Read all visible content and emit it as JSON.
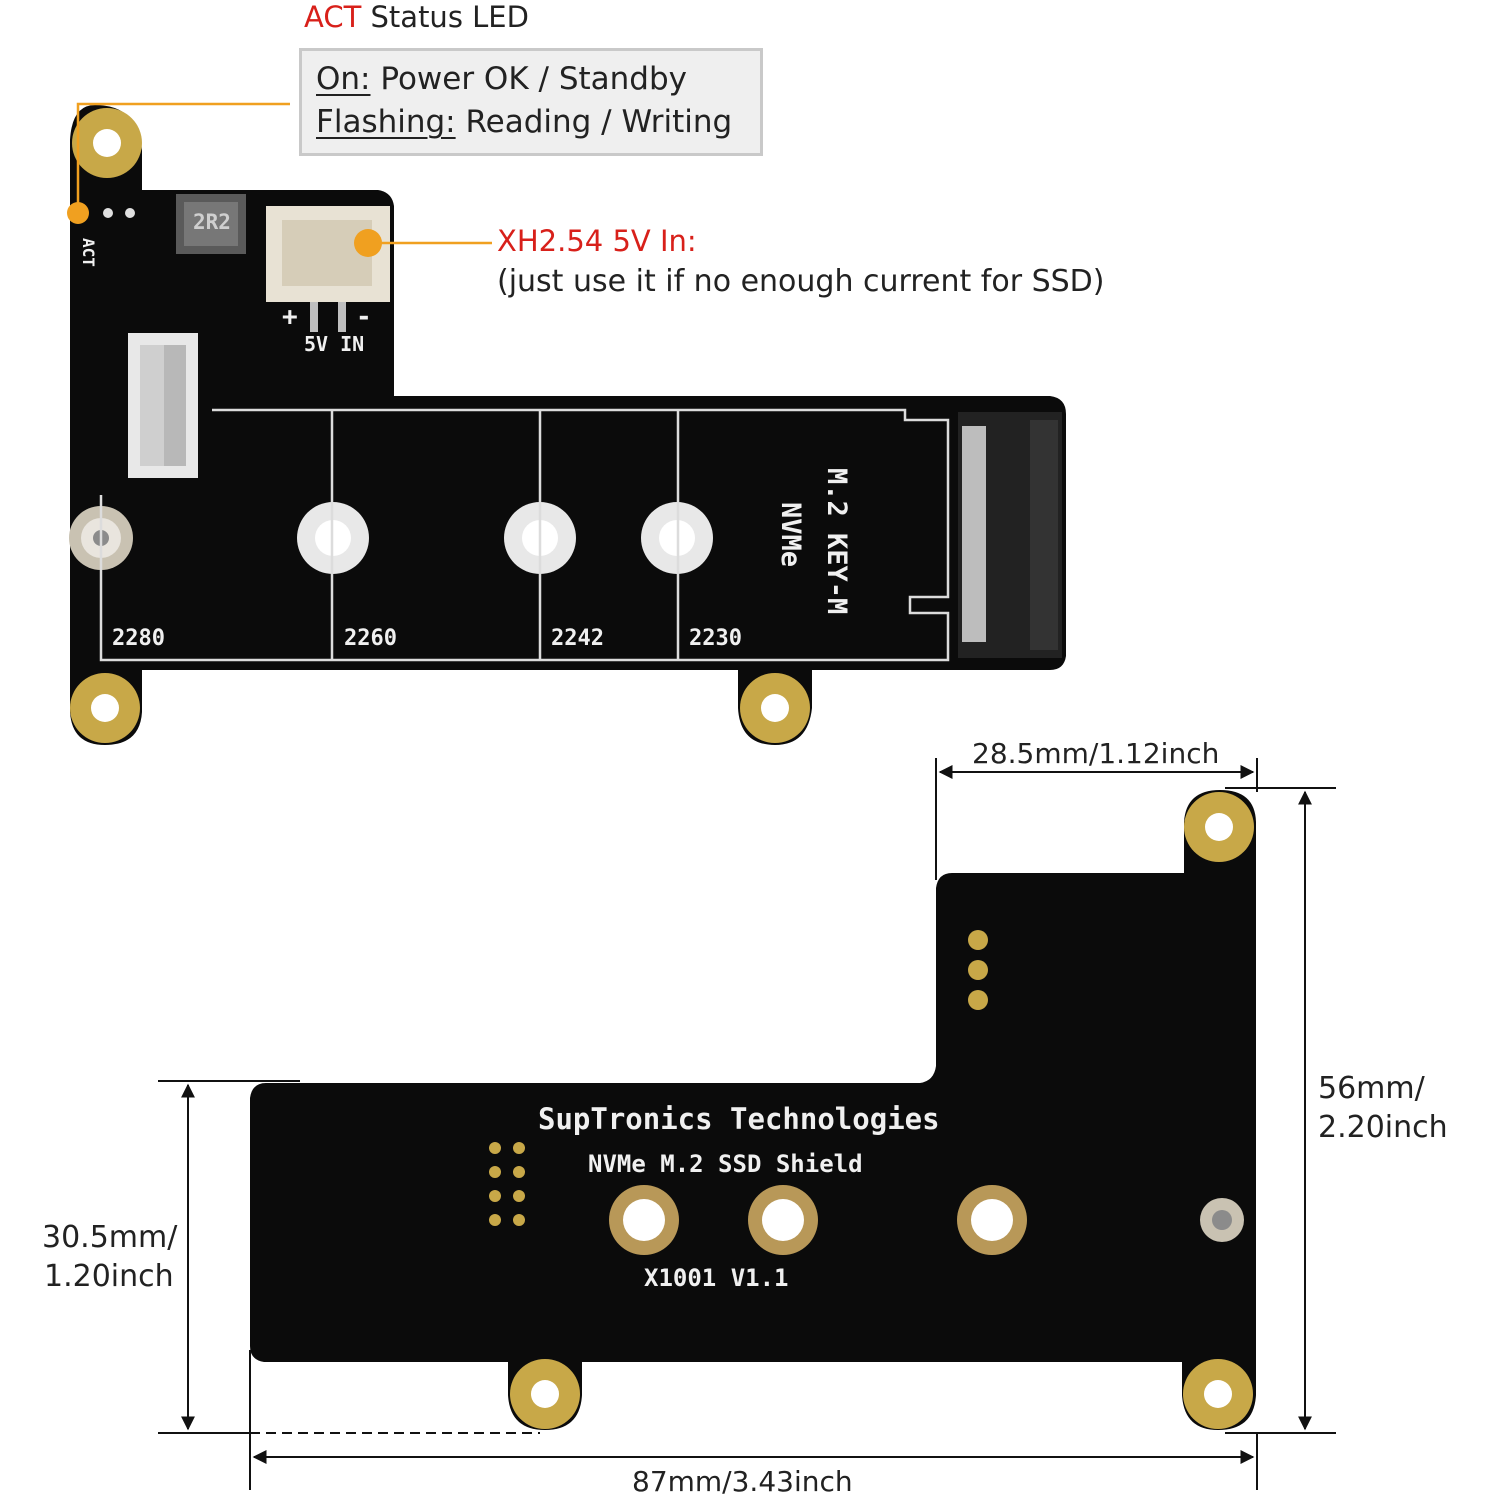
{
  "callouts": {
    "act_led_highlight": "ACT",
    "act_led_rest": " Status LED",
    "on_key": "On:",
    "on_value": " Power OK / Standby",
    "flashing_key": "Flashing:",
    "flashing_value": " Reading / Writing",
    "xh_title": "XH2.54 5V In:",
    "xh_note": "(just use it if no enough current for SSD)"
  },
  "front_board": {
    "act_silk": "ACT",
    "inductor": "2R2",
    "five_v_in": "5V IN",
    "plus": "+",
    "minus": "-",
    "key_m": "M.2 KEY-M",
    "nvme": "NVMe",
    "sizes": [
      "2280",
      "2260",
      "2242",
      "2230"
    ]
  },
  "back_board": {
    "brand": "SupTronics Technologies",
    "product": "NVMe M.2 SSD Shield",
    "model": "X1001 V1.1"
  },
  "dimensions": {
    "top_width": "28.5mm/1.12inch",
    "height_line1": "56mm/",
    "height_line2": "2.20inch",
    "left_line1": "30.5mm/",
    "left_line2": "1.20inch",
    "total_width": "87mm/3.43inch"
  },
  "colors": {
    "pcb": "#0b0b0b",
    "gold": "#c8a848",
    "accent_orange": "#f0a020",
    "accent_red": "#d8201a"
  }
}
